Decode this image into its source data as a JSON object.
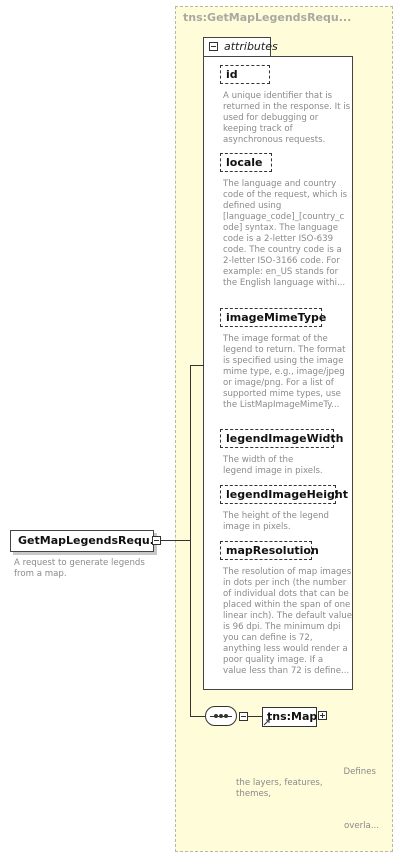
{
  "complex_type": {
    "title": "tns:GetMapLegendsRequ..."
  },
  "attributes_group": {
    "label": "attributes"
  },
  "attributes": [
    {
      "name": "id",
      "description": [
        "A unique identifier that is",
        "returned in the response. It is",
        "used for debugging or",
        "keeping track of",
        "asynchronous requests."
      ]
    },
    {
      "name": "locale",
      "description": [
        "The language and country",
        "code of the request, which is",
        "defined using",
        "[language_code]_[country_c",
        "ode] syntax. The language",
        "code is a 2-letter ISO-639",
        "code. The country code is a",
        "2-letter ISO-3166 code. For",
        "example: en_US stands for",
        "the English language withi..."
      ]
    },
    {
      "name": "imageMimeType",
      "description": [
        "The image format of the",
        "legend to return. The format",
        "is specified using the image",
        "mime type, e.g., image/jpeg",
        "or image/png. For a list of",
        "supported mime types, use",
        "the ListMapImageMimeTy..."
      ]
    },
    {
      "name": "legendImageWidth",
      "description": [
        "The width of the",
        "legend image in pixels."
      ]
    },
    {
      "name": "legendImageHeight",
      "description": [
        "The height of the legend",
        "image in pixels."
      ]
    },
    {
      "name": "mapResolution",
      "description": [
        "The resolution of map images",
        "in dots per inch (the number",
        "of individual dots that can be",
        "placed within the span of one",
        "linear inch). The default value",
        "is 96 dpi. The minimum dpi",
        "you can define is 72,",
        "anything less would render a",
        "poor quality image. If a",
        "value less than 72 is define..."
      ]
    }
  ],
  "root_element": {
    "name": "GetMapLegendsRequ...",
    "description": [
      "A request to generate legends",
      "from a map."
    ]
  },
  "child_element": {
    "name": "tns:Map",
    "description": [
      "Defines",
      "the layers, features,",
      "themes,"
    ],
    "overflow": "overla..."
  }
}
